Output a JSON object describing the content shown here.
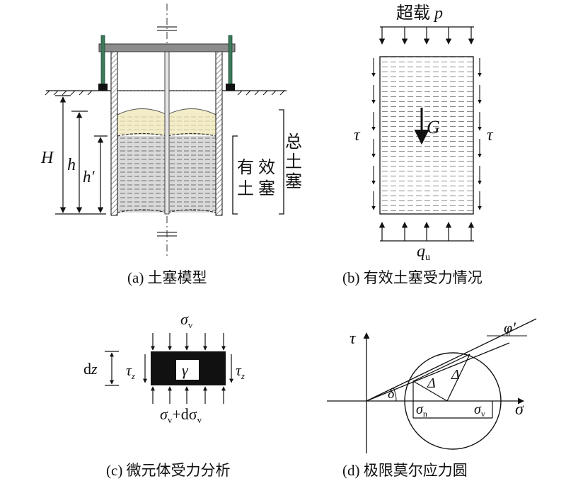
{
  "panel_a": {
    "caption": "(a) 土塞模型",
    "label_H": "H",
    "label_h": "h",
    "label_h_prime": "h′",
    "label_effective_1": "有 效",
    "label_effective_2": "土 塞",
    "label_total_1": "总",
    "label_total_2": "土",
    "label_total_3": "塞"
  },
  "panel_b": {
    "caption": "(b) 有效土塞受力情况",
    "surcharge": "超载 ",
    "surcharge_symbol": "p",
    "tau_left": "τ",
    "tau_right": "τ",
    "weight": "G",
    "base_q": "q",
    "base_q_sub": "u"
  },
  "panel_c": {
    "caption": "(c) 微元体受力分析",
    "sigma_top": "σ",
    "sigma_top_sub": "v",
    "sigma_bottom_1": "σ",
    "sigma_bottom_sub_1": "v",
    "sigma_bottom_mid": "+dσ",
    "sigma_bottom_sub_2": "v",
    "dz": "dz",
    "tau_z_left": "τ",
    "tau_z_right": "τ",
    "tau_sub": "z",
    "gamma": "γ"
  },
  "panel_d": {
    "caption": "(d) 极限莫尔应力圆",
    "axis_tau": "τ",
    "axis_sigma": "σ",
    "phi_prime": "φ'",
    "delta": "δ",
    "Delta_1": "Δ",
    "Delta_2": "Δ",
    "sigma_n": "σ",
    "sigma_n_sub": "n",
    "sigma_v": "σ",
    "sigma_v_sub": "v"
  }
}
